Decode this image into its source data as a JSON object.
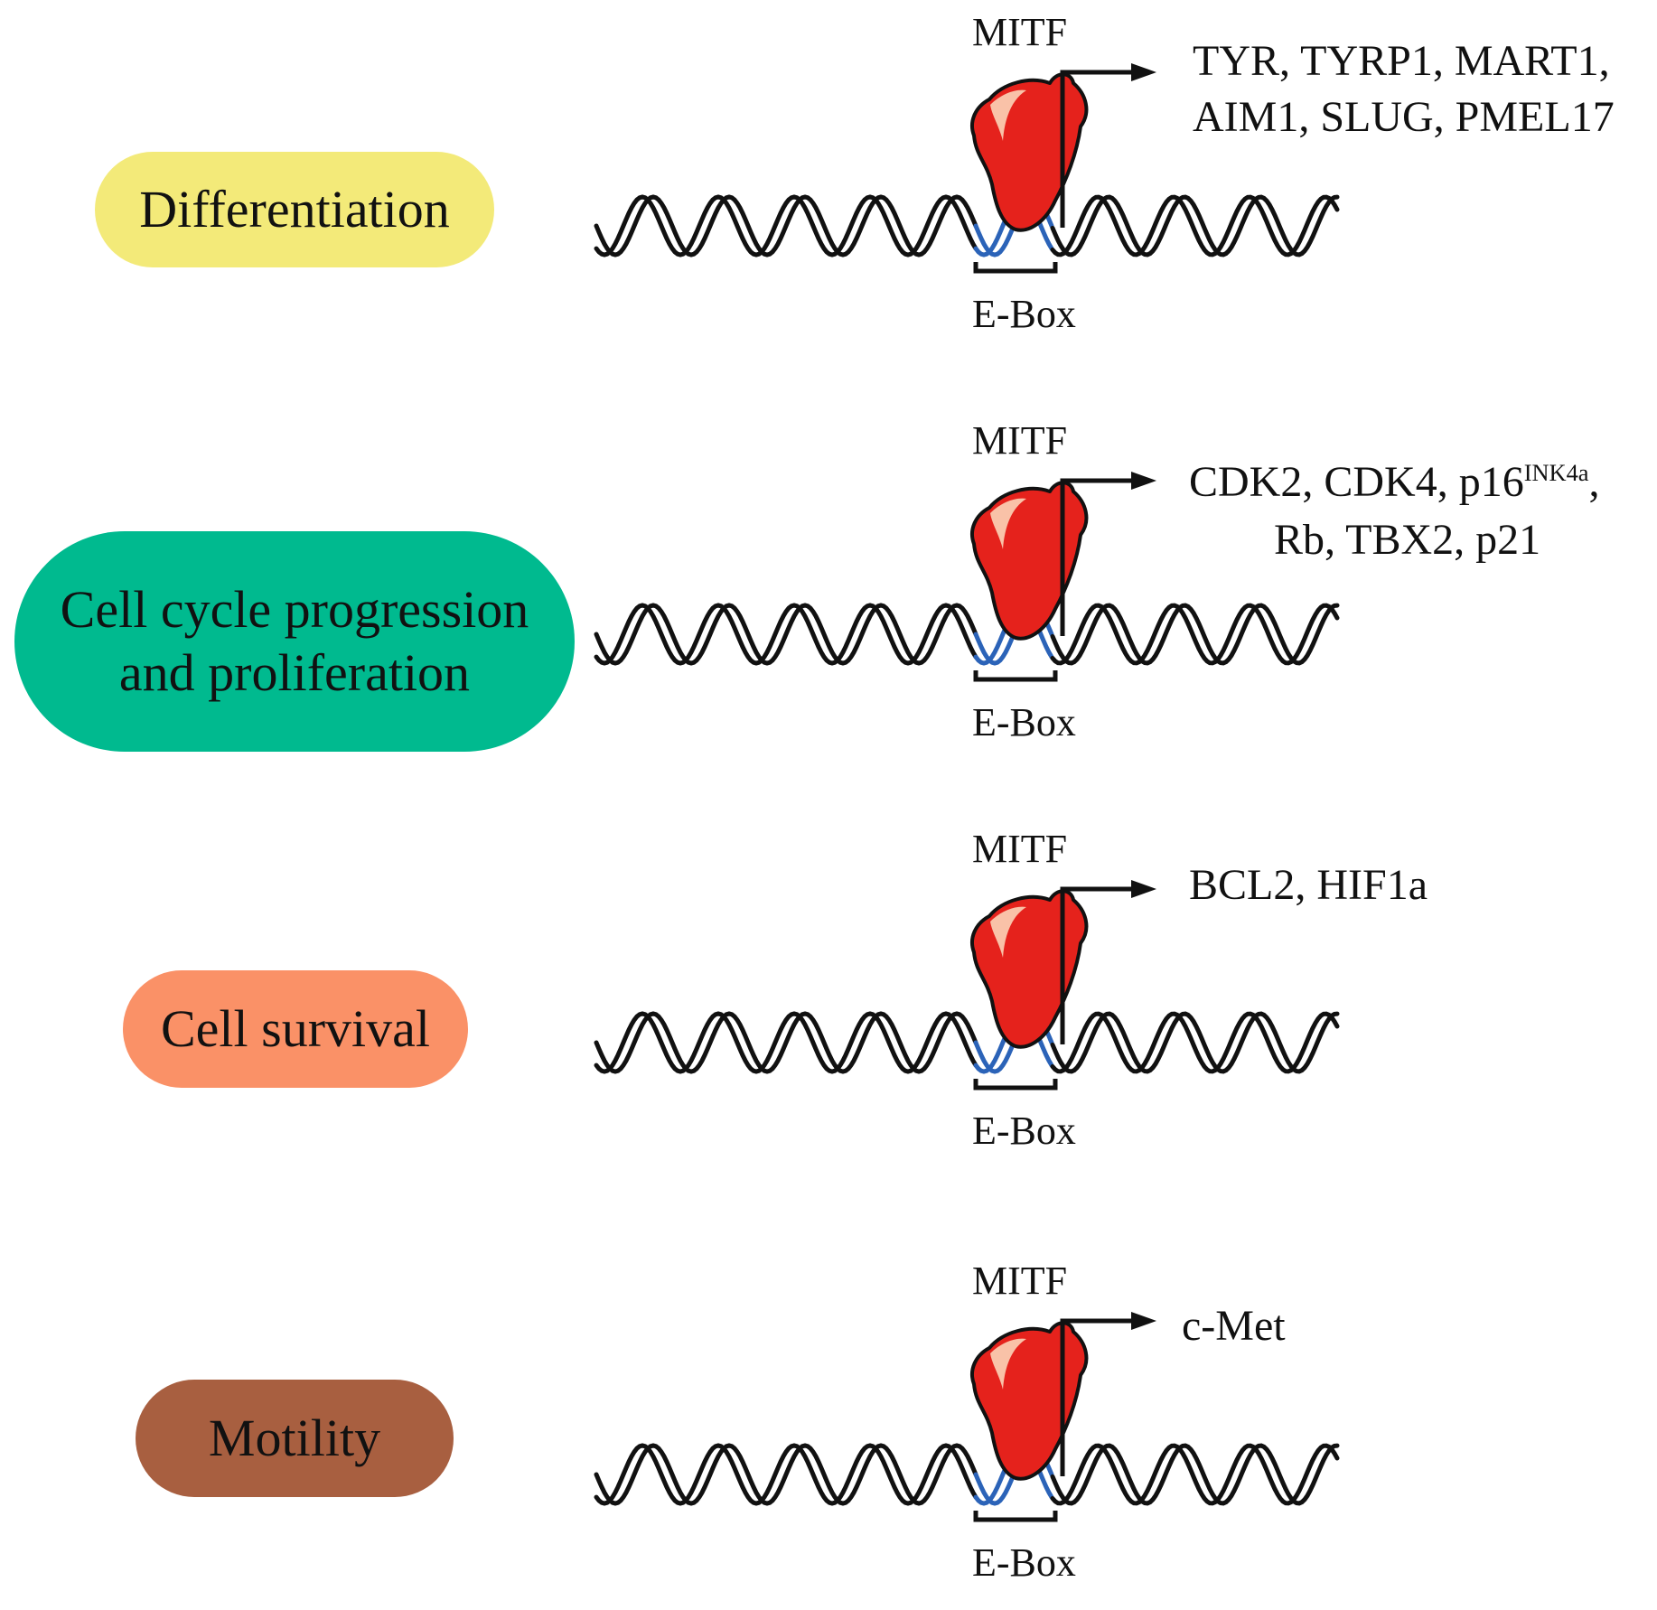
{
  "colors": {
    "differentiation": "#f3ea79",
    "cell_cycle": "#00ba8f",
    "survival": "#fa9167",
    "motility": "#a85f40",
    "protein_red": "#e5221c",
    "protein_highlight": "#f9c2a8",
    "dna_black": "#111111",
    "ebox_blue": "#2b63b8"
  },
  "processes": {
    "differentiation": "Differentiation",
    "cell_cycle_line1": "Cell cycle progression",
    "cell_cycle_line2": "and proliferation",
    "survival": "Cell survival",
    "motility": "Motility"
  },
  "rows": [
    {
      "protein": "MITF",
      "element": "E-Box",
      "targets_line1": "TYR, TYRP1, MART1,",
      "targets_line2": "AIM1, SLUG, PMEL17"
    },
    {
      "protein": "MITF",
      "element": "E-Box",
      "targets_line1_pre": "CDK2, CDK4, p16",
      "targets_line1_sup": "INK4a",
      "targets_line1_post": ",",
      "targets_line2": "Rb, TBX2, p21"
    },
    {
      "protein": "MITF",
      "element": "E-Box",
      "targets_line1": "BCL2, HIF1a"
    },
    {
      "protein": "MITF",
      "element": "E-Box",
      "targets_line1": "c-Met"
    }
  ]
}
